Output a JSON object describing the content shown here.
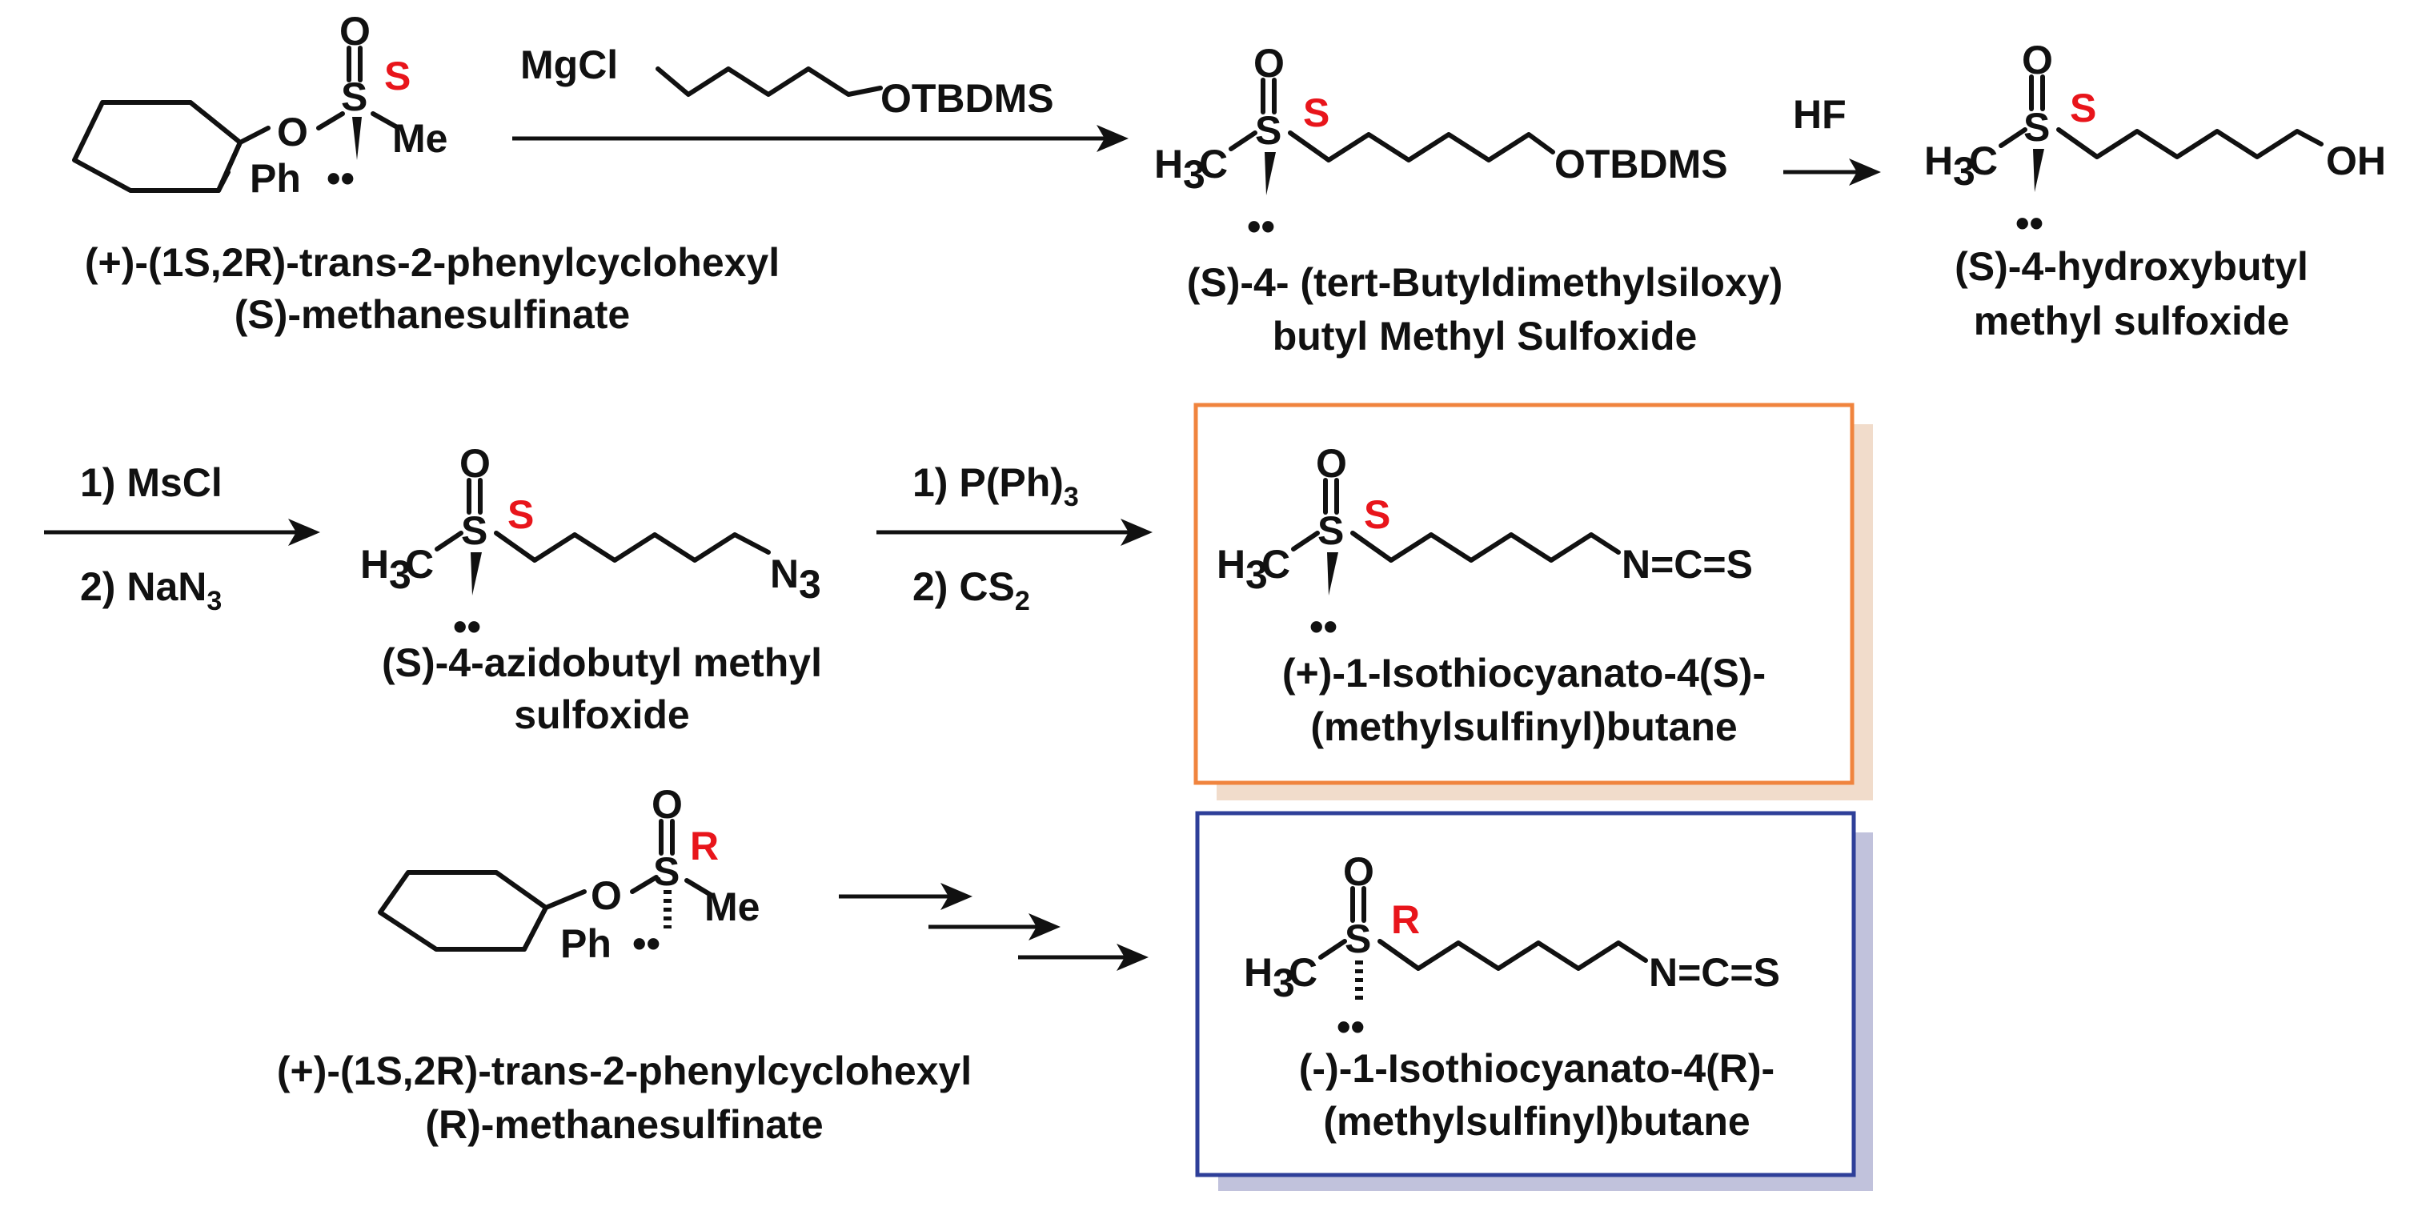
{
  "colors": {
    "stereo_label": "#e8151b",
    "orange_box": "#f0843e",
    "orange_shadow": "#f1dccb",
    "blue_box": "#2e3f99",
    "blue_shadow": "#c1c2dc"
  },
  "compounds": {
    "c1": {
      "line1": "(+)-(1S,2R)-trans-2-phenylcyclohexyl",
      "line2": "(S)-methanesulfinate",
      "stereo": "S"
    },
    "c2": {
      "line1": "(S)-4- (tert-Butyldimethylsiloxy)",
      "line2": "butyl Methyl Sulfoxide",
      "stereo": "S"
    },
    "c3": {
      "line1": "(S)-4-hydroxybutyl",
      "line2": "methyl sulfoxide",
      "stereo": "S"
    },
    "c4": {
      "line1": "(S)-4-azidobutyl methyl",
      "line2": "sulfoxide",
      "stereo": "S"
    },
    "c5": {
      "line1": "(+)-1-Isothiocyanato-4(S)-",
      "line2": "(methylsulfinyl)butane",
      "stereo": "S"
    },
    "c6": {
      "line1": "(+)-(1S,2R)-trans-2-phenylcyclohexyl",
      "line2": "(R)-methanesulfinate",
      "stereo": "R"
    },
    "c7": {
      "line1": "(-)-1-Isothiocyanato-4(R)-",
      "line2": "(methylsulfinyl)butane",
      "stereo": "R"
    }
  },
  "reagents": {
    "grignard_mg": "MgCl",
    "grignard_otbdms": "OTBDMS",
    "hf": "HF",
    "step3_1": "1) MsCl",
    "step3_2": "2) NaN",
    "step4_1": "1) P(Ph)",
    "step4_2": "2) CS"
  },
  "atoms": {
    "o": "O",
    "s": "S",
    "me": "Me",
    "ph": "Ph",
    "h": "H",
    "c": "C",
    "three": "3",
    "two": "2",
    "otbdms": "OTBDMS",
    "oh": "OH",
    "n": "N",
    "ncs": "N=C=S"
  }
}
